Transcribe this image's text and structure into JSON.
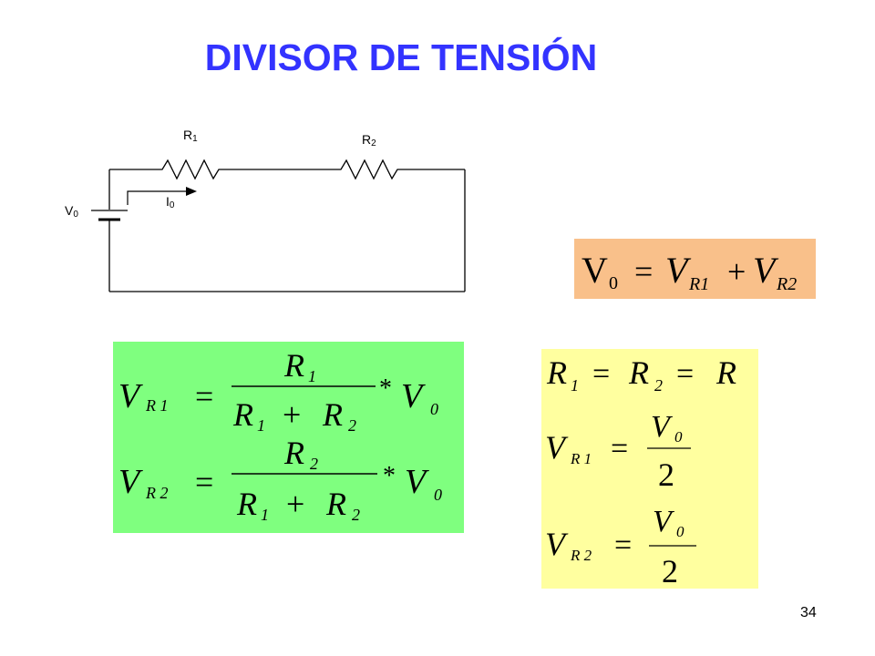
{
  "title": "DIVISOR DE TENSIÓN",
  "circuit": {
    "r1_label": "R",
    "r1_sub": "1",
    "r2_label": "R",
    "r2_sub": "2",
    "v_label": "V",
    "v_sub": "0",
    "i_label": "I",
    "i_sub": "0"
  },
  "eq_sum": {
    "lhs": "V",
    "lhs_sub": "0",
    "eq": "=",
    "t1": "V",
    "t1_sub": "R1",
    "plus": "+",
    "t2": "V",
    "t2_sub": "R2"
  },
  "eq_general": {
    "vr1": "V",
    "vr1_sub": "R 1",
    "vr2": "V",
    "vr2_sub": "R 2",
    "eq": "=",
    "num1": "R",
    "num1_sub": "1",
    "num2": "R",
    "num2_sub": "2",
    "den_a": "R",
    "den_a_sub": "1",
    "den_plus": "+",
    "den_b": "R",
    "den_b_sub": "2",
    "times": "*",
    "v0": "V",
    "v0_sub": "0"
  },
  "eq_equal": {
    "line1_a": "R",
    "line1_a_sub": "1",
    "line1_b": "R",
    "line1_b_sub": "2",
    "line1_c": "R",
    "eq": "=",
    "vr1": "V",
    "vr1_sub": "R 1",
    "vr2": "V",
    "vr2_sub": "R 2",
    "num": "V",
    "num_sub": "0",
    "den": "2"
  },
  "page_number": "34",
  "colors": {
    "title": "#3333ff",
    "sum_box": "#f9c08a",
    "green_box": "#7fff7f",
    "yellow_box": "#ffff9f"
  }
}
